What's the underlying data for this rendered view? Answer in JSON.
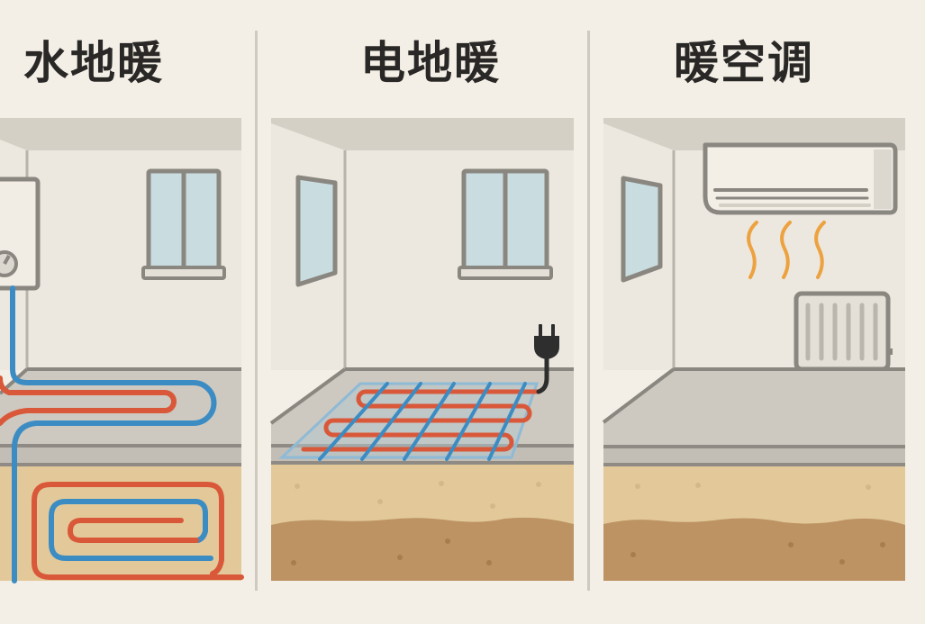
{
  "panels": [
    {
      "id": "water-floor-heating",
      "title": "水地暖",
      "illustration": "hydronic-floor-heating-boiler-with-pipes"
    },
    {
      "id": "electric-floor-heating",
      "title": "电地暖",
      "illustration": "electric-heating-mat-with-plug"
    },
    {
      "id": "heating-air-conditioner",
      "title": "暖空调",
      "illustration": "wall-ac-with-warm-air-and-radiator"
    }
  ],
  "colors": {
    "background": "#f3efe6",
    "wall": "#ece8e0",
    "ceiling": "#d4d0c6",
    "floor": "#cdc9c0",
    "outline": "#8a8780",
    "window_glass": "#c9dde0",
    "hot_pipe": "#d9583a",
    "cold_pipe": "#3c8cc4",
    "sand": "#e3c999",
    "soil": "#bd9363",
    "warm_air": "#eda240",
    "plug": "#2e2e2e"
  }
}
